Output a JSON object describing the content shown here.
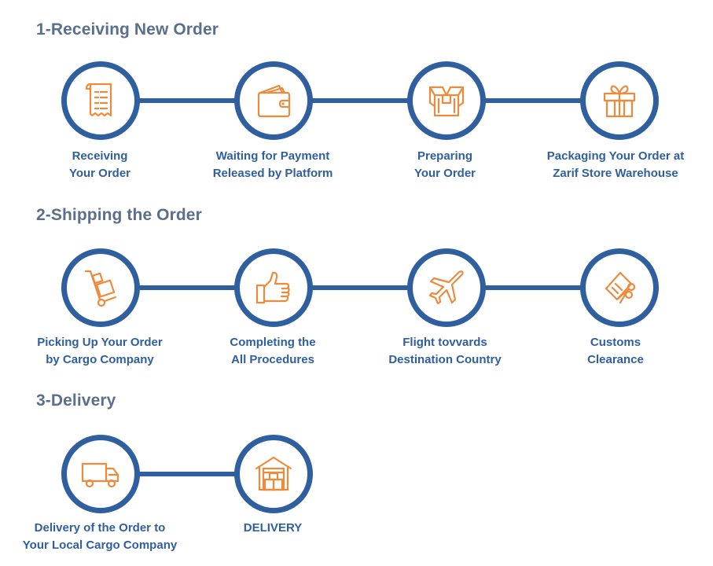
{
  "sections": [
    {
      "title": "1-Receiving New Order",
      "steps": [
        {
          "icon": "receipt-icon",
          "line1": "Receiving",
          "line2": "Your Order"
        },
        {
          "icon": "wallet-icon",
          "line1": "Waiting for Payment",
          "line2": "Released by Platform"
        },
        {
          "icon": "open-box-icon",
          "line1": "Preparing",
          "line2": "Your Order"
        },
        {
          "icon": "gift-box-icon",
          "line1": "Packaging Your Order at",
          "line2": "Zarif Store Warehouse"
        }
      ]
    },
    {
      "title": "2-Shipping the Order",
      "steps": [
        {
          "icon": "hand-truck-icon",
          "line1": "Picking Up Your Order",
          "line2": "by Cargo Company"
        },
        {
          "icon": "thumbs-up-icon",
          "line1": "Completing the",
          "line2": "All Procedures"
        },
        {
          "icon": "airplane-icon",
          "line1": "Flight tovvards",
          "line2": "Destination Country"
        },
        {
          "icon": "customs-ticket-icon",
          "line1": "Customs",
          "line2": "Clearance"
        }
      ]
    },
    {
      "title": "3-Delivery",
      "steps": [
        {
          "icon": "delivery-truck-icon",
          "line1": "Delivery of the Order to",
          "line2": "Your Local Cargo Company"
        },
        {
          "icon": "warehouse-icon",
          "line1": "DELIVERY",
          "line2": ""
        }
      ]
    }
  ],
  "colors": {
    "ring": "#2f5f9e",
    "icon": "#ee8a3c",
    "title": "#5a6f8e",
    "label": "#2f5f9e"
  }
}
